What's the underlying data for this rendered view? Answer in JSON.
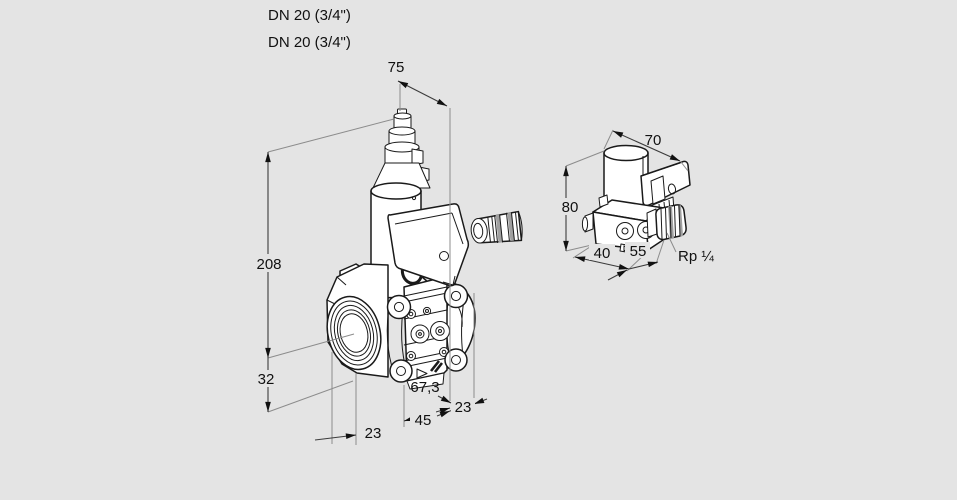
{
  "title_block": {
    "line1": "DN 20 (3/4\")",
    "line2": "DN 20 (3/4\")"
  },
  "main_view": {
    "dim_top_width": "75",
    "dim_height": "208",
    "dim_port_center_height": "32",
    "dim_inlet_to_center": "23",
    "dim_flange_width": "45",
    "dim_outlet_offset": "23",
    "dim_body_width": "67,3"
  },
  "side_view": {
    "dim_top_width": "70",
    "dim_height": "80",
    "dim_depth": "40",
    "dim_width": "55",
    "connection_label": "Rp ¼"
  },
  "colors": {
    "bg": "#e4e4e4",
    "line": "#1a1a1a",
    "dim": "#3c3c3c",
    "ext": "#8c8c8c",
    "text": "#111111",
    "shade": "#a0a0a0"
  }
}
